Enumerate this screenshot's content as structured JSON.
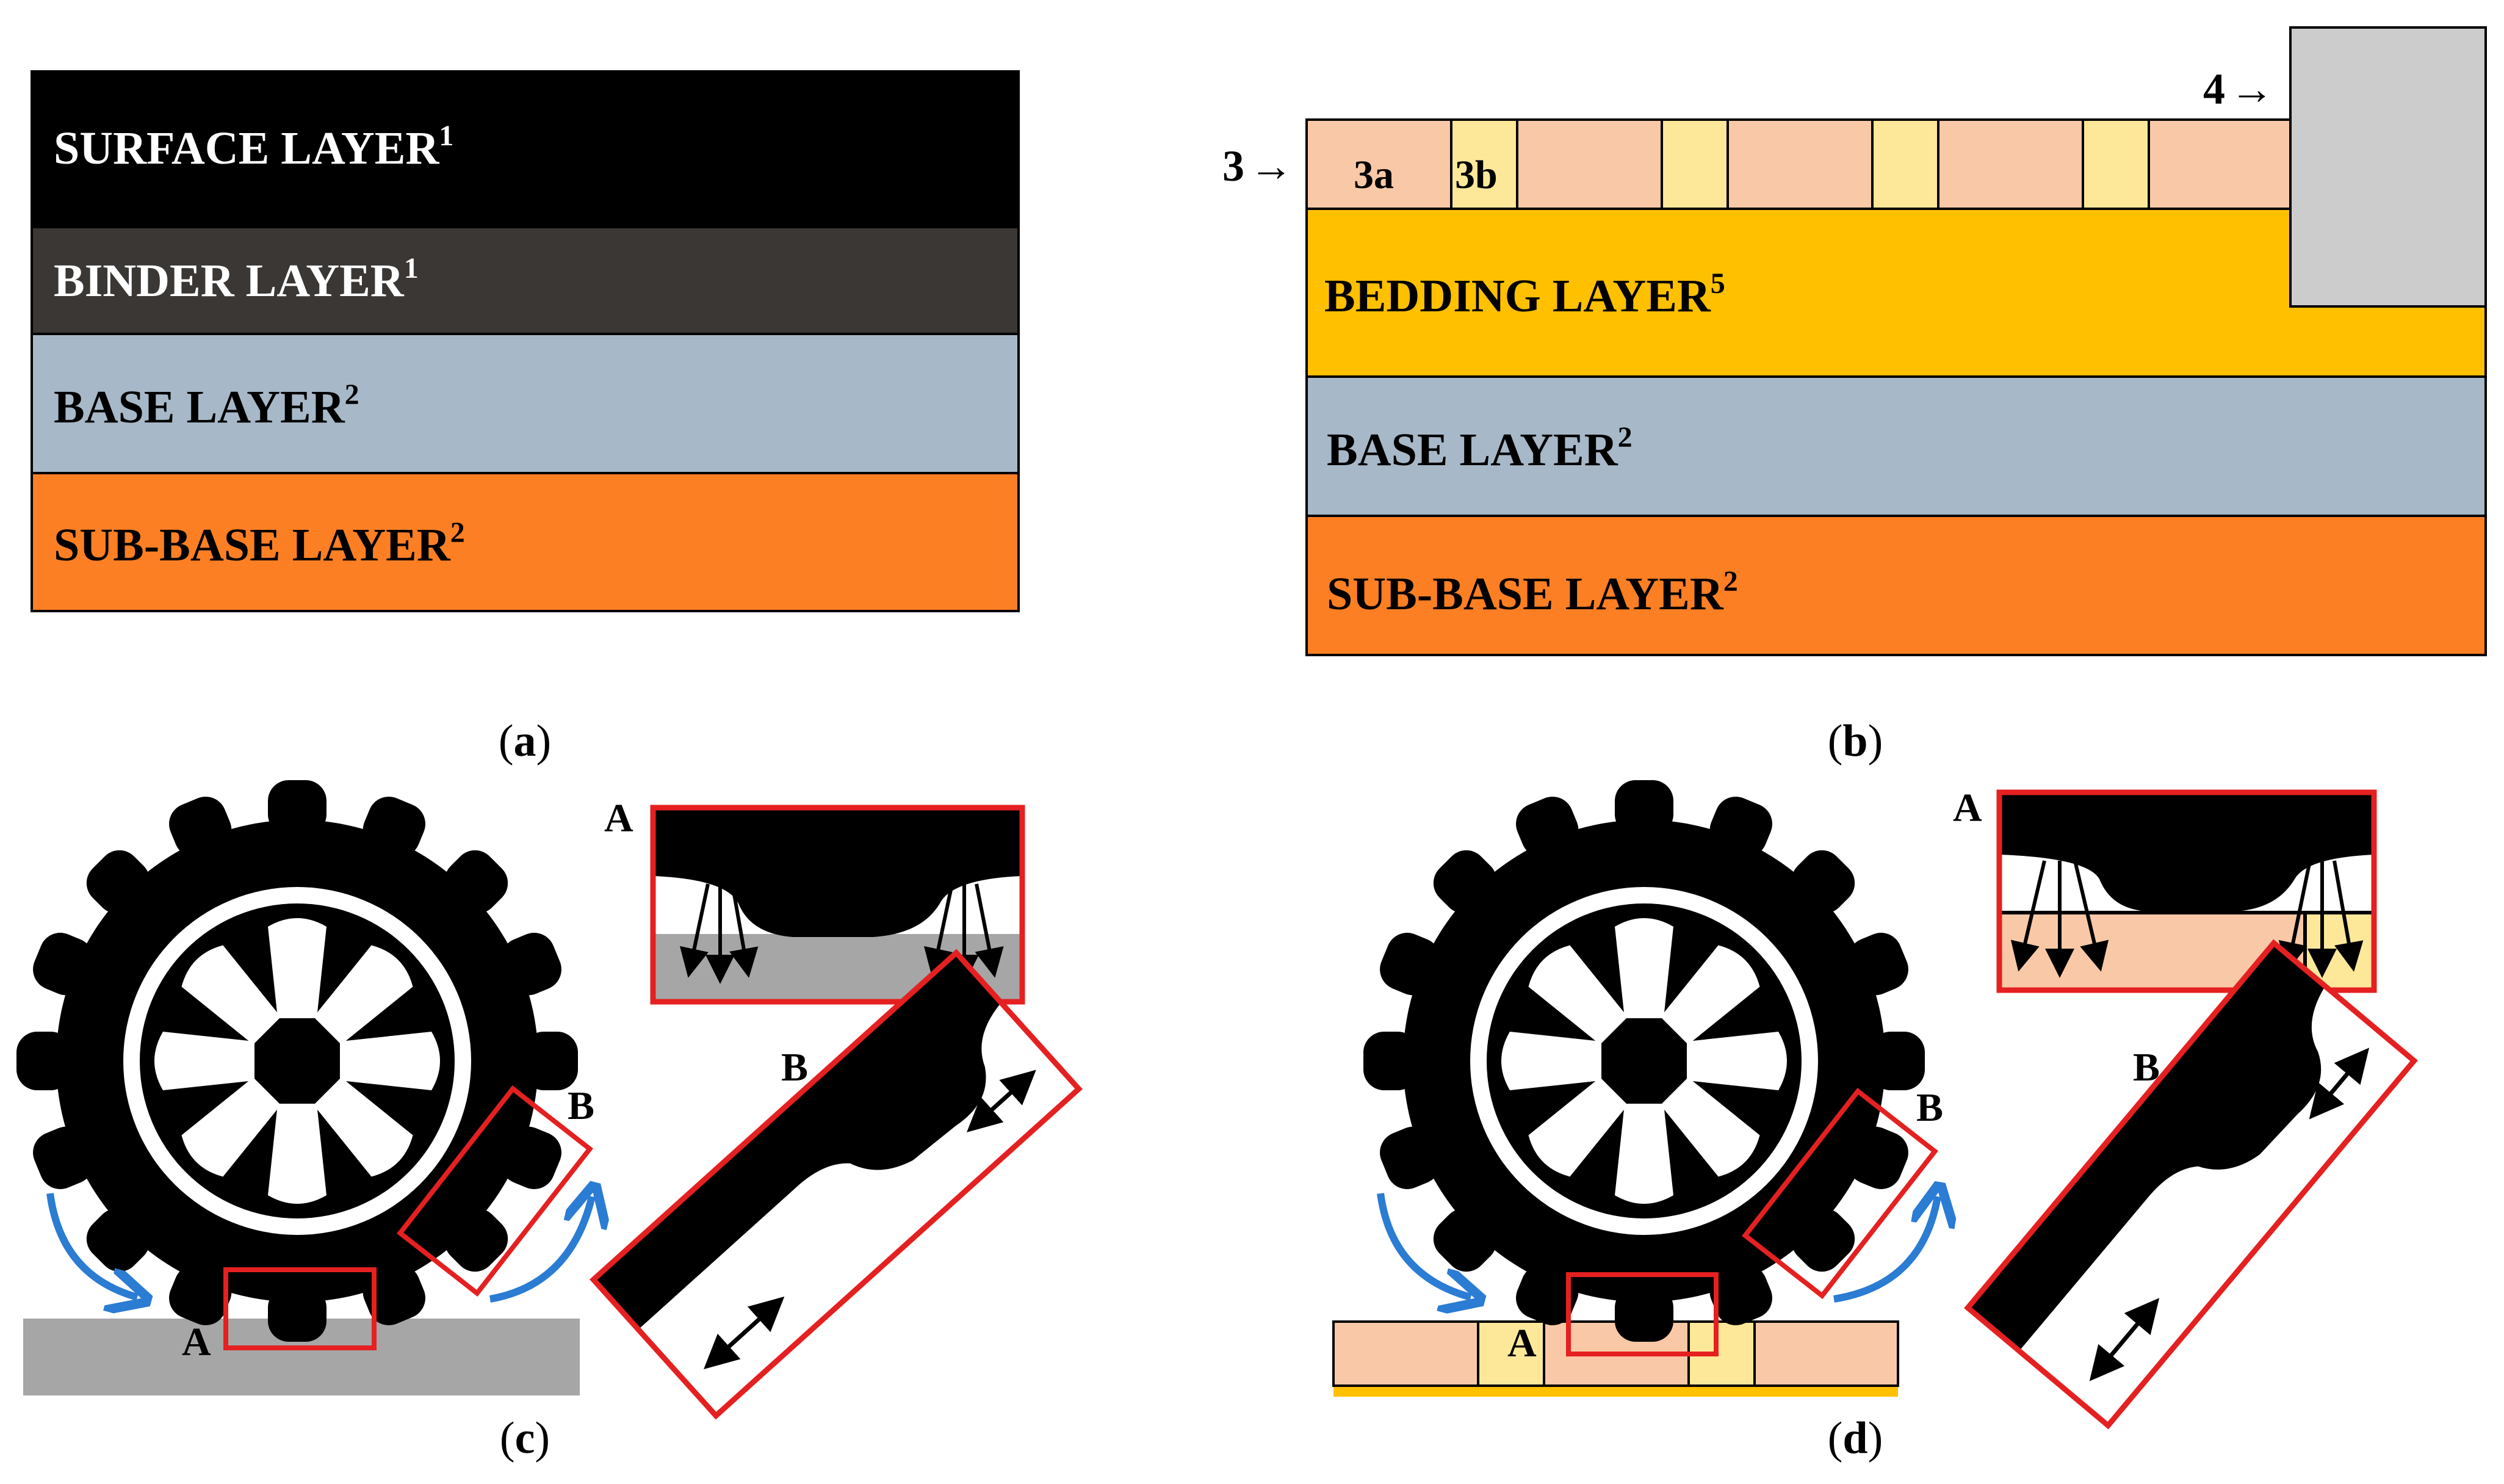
{
  "colors": {
    "surface": "#000000",
    "binder": "#3a3735",
    "base": "#a7b8c8",
    "subbase": "#fd7f24",
    "bedding": "#ffc000",
    "paver": "#f9c9a7",
    "joint": "#fde89a",
    "curb": "#cccccc",
    "ground": "#a6a6a6",
    "tire": "#000000",
    "highlight": "#e52020",
    "rotation_arrow": "#2b7cd3"
  },
  "panel_a": {
    "caption_open": "(",
    "caption_letter": "a",
    "caption_close": ")",
    "layers": [
      {
        "name": "SURFACE LAYER",
        "sup": "1"
      },
      {
        "name": "BINDER LAYER",
        "sup": "1"
      },
      {
        "name": "BASE LAYER",
        "sup": "2"
      },
      {
        "name": "SUB-BASE LAYER",
        "sup": "2"
      }
    ]
  },
  "panel_b": {
    "caption_open": "(",
    "caption_letter": "b",
    "caption_close": ")",
    "label_3": "3",
    "label_3a": "3a",
    "label_3b": "3b",
    "label_4": "4",
    "arrow": "→",
    "layers": [
      {
        "name": "BEDDING LAYER",
        "sup": "5"
      },
      {
        "name": "BASE LAYER",
        "sup": "2"
      },
      {
        "name": "SUB-BASE LAYER",
        "sup": "2"
      }
    ]
  },
  "panel_c": {
    "caption_open": "(",
    "caption_letter": "c",
    "caption_close": ")",
    "label_A": "A",
    "label_B": "B",
    "zoom_A": "A",
    "zoom_B": "B"
  },
  "panel_d": {
    "caption_open": "(",
    "caption_letter": "d",
    "caption_close": ")",
    "label_A": "A",
    "label_B": "B",
    "zoom_A": "A",
    "zoom_B": "B"
  }
}
